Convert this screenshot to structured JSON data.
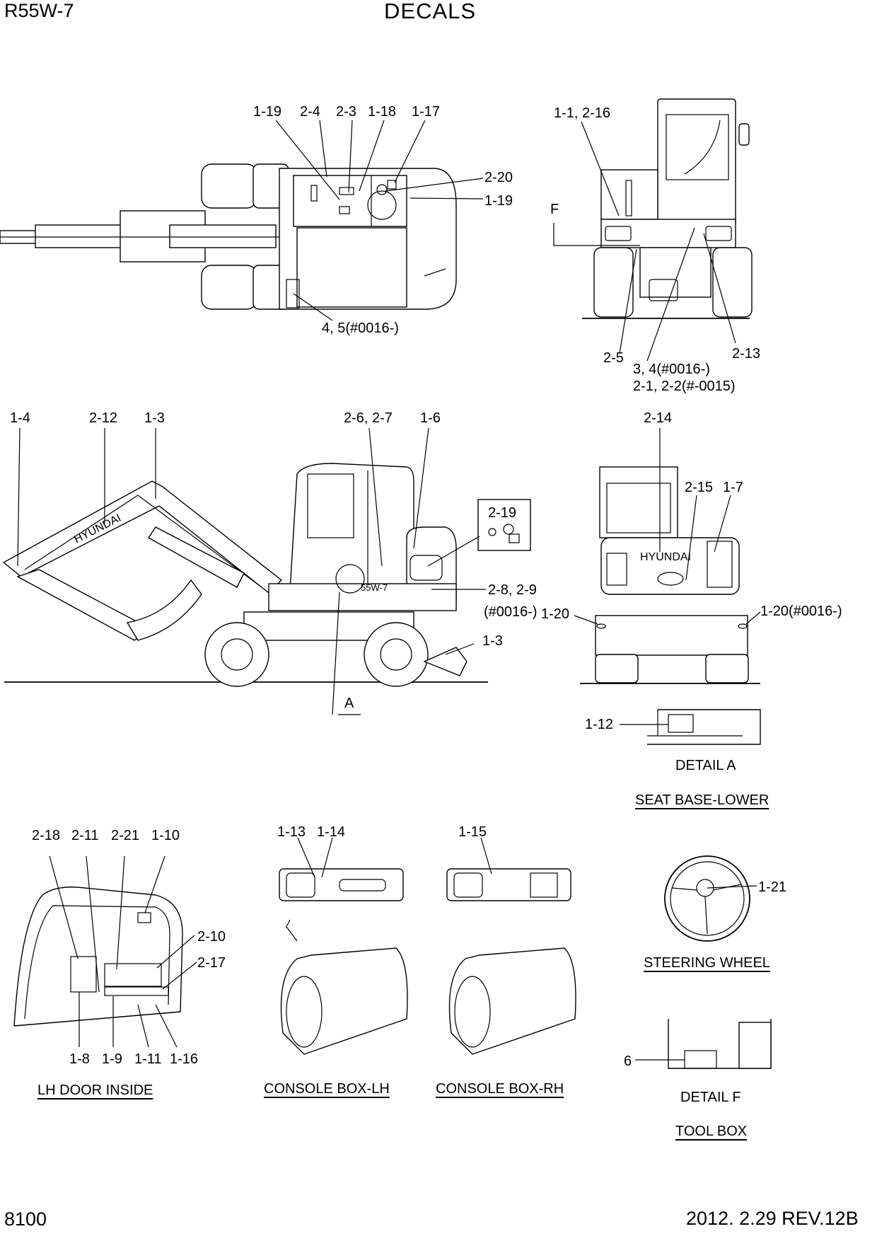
{
  "header": {
    "model": "R55W-7",
    "title": "DECALS"
  },
  "captions": {
    "detail_a": "DETAIL  A",
    "seat_base_lower": "SEAT BASE-LOWER",
    "lh_door_inside": "LH DOOR INSIDE",
    "console_box_lh": "CONSOLE BOX-LH",
    "console_box_rh": "CONSOLE BOX-RH",
    "steering_wheel": "STEERING WHEEL",
    "detail_f": "DETAIL  F",
    "tool_box": "TOOL BOX"
  },
  "machine_text": {
    "brand_side": "HYUNDAI",
    "brand_rear": "HYUNDAI",
    "model_badge": "55W-7"
  },
  "callouts": {
    "top": [
      "1-19",
      "2-4",
      "2-3",
      "1-18",
      "1-17",
      "2-20",
      "1-19",
      "4, 5(#0016-)"
    ],
    "front": [
      "1-1, 2-16",
      "F",
      "2-5",
      "3, 4(#0016-)",
      "2-1, 2-2(#-0015)",
      "2-13"
    ],
    "side": [
      "1-4",
      "2-12",
      "1-3",
      "2-6, 2-7",
      "1-6",
      "2-19",
      "2-8, 2-9",
      "(#0016-)",
      "1-20",
      "1-3",
      "A"
    ],
    "rear": [
      "2-14",
      "2-15",
      "1-7",
      "1-20(#0016-)"
    ],
    "seat": [
      "1-12"
    ],
    "door": [
      "2-18",
      "2-11",
      "2-21",
      "1-10",
      "2-10",
      "2-17",
      "1-8",
      "1-9",
      "1-11",
      "1-16"
    ],
    "console": [
      "1-13",
      "1-14",
      "1-15"
    ],
    "wheel": [
      "1-21"
    ],
    "toolbox": [
      "6"
    ]
  },
  "footer": {
    "page": "8100",
    "revision": "2012. 2.29 REV.12B"
  }
}
